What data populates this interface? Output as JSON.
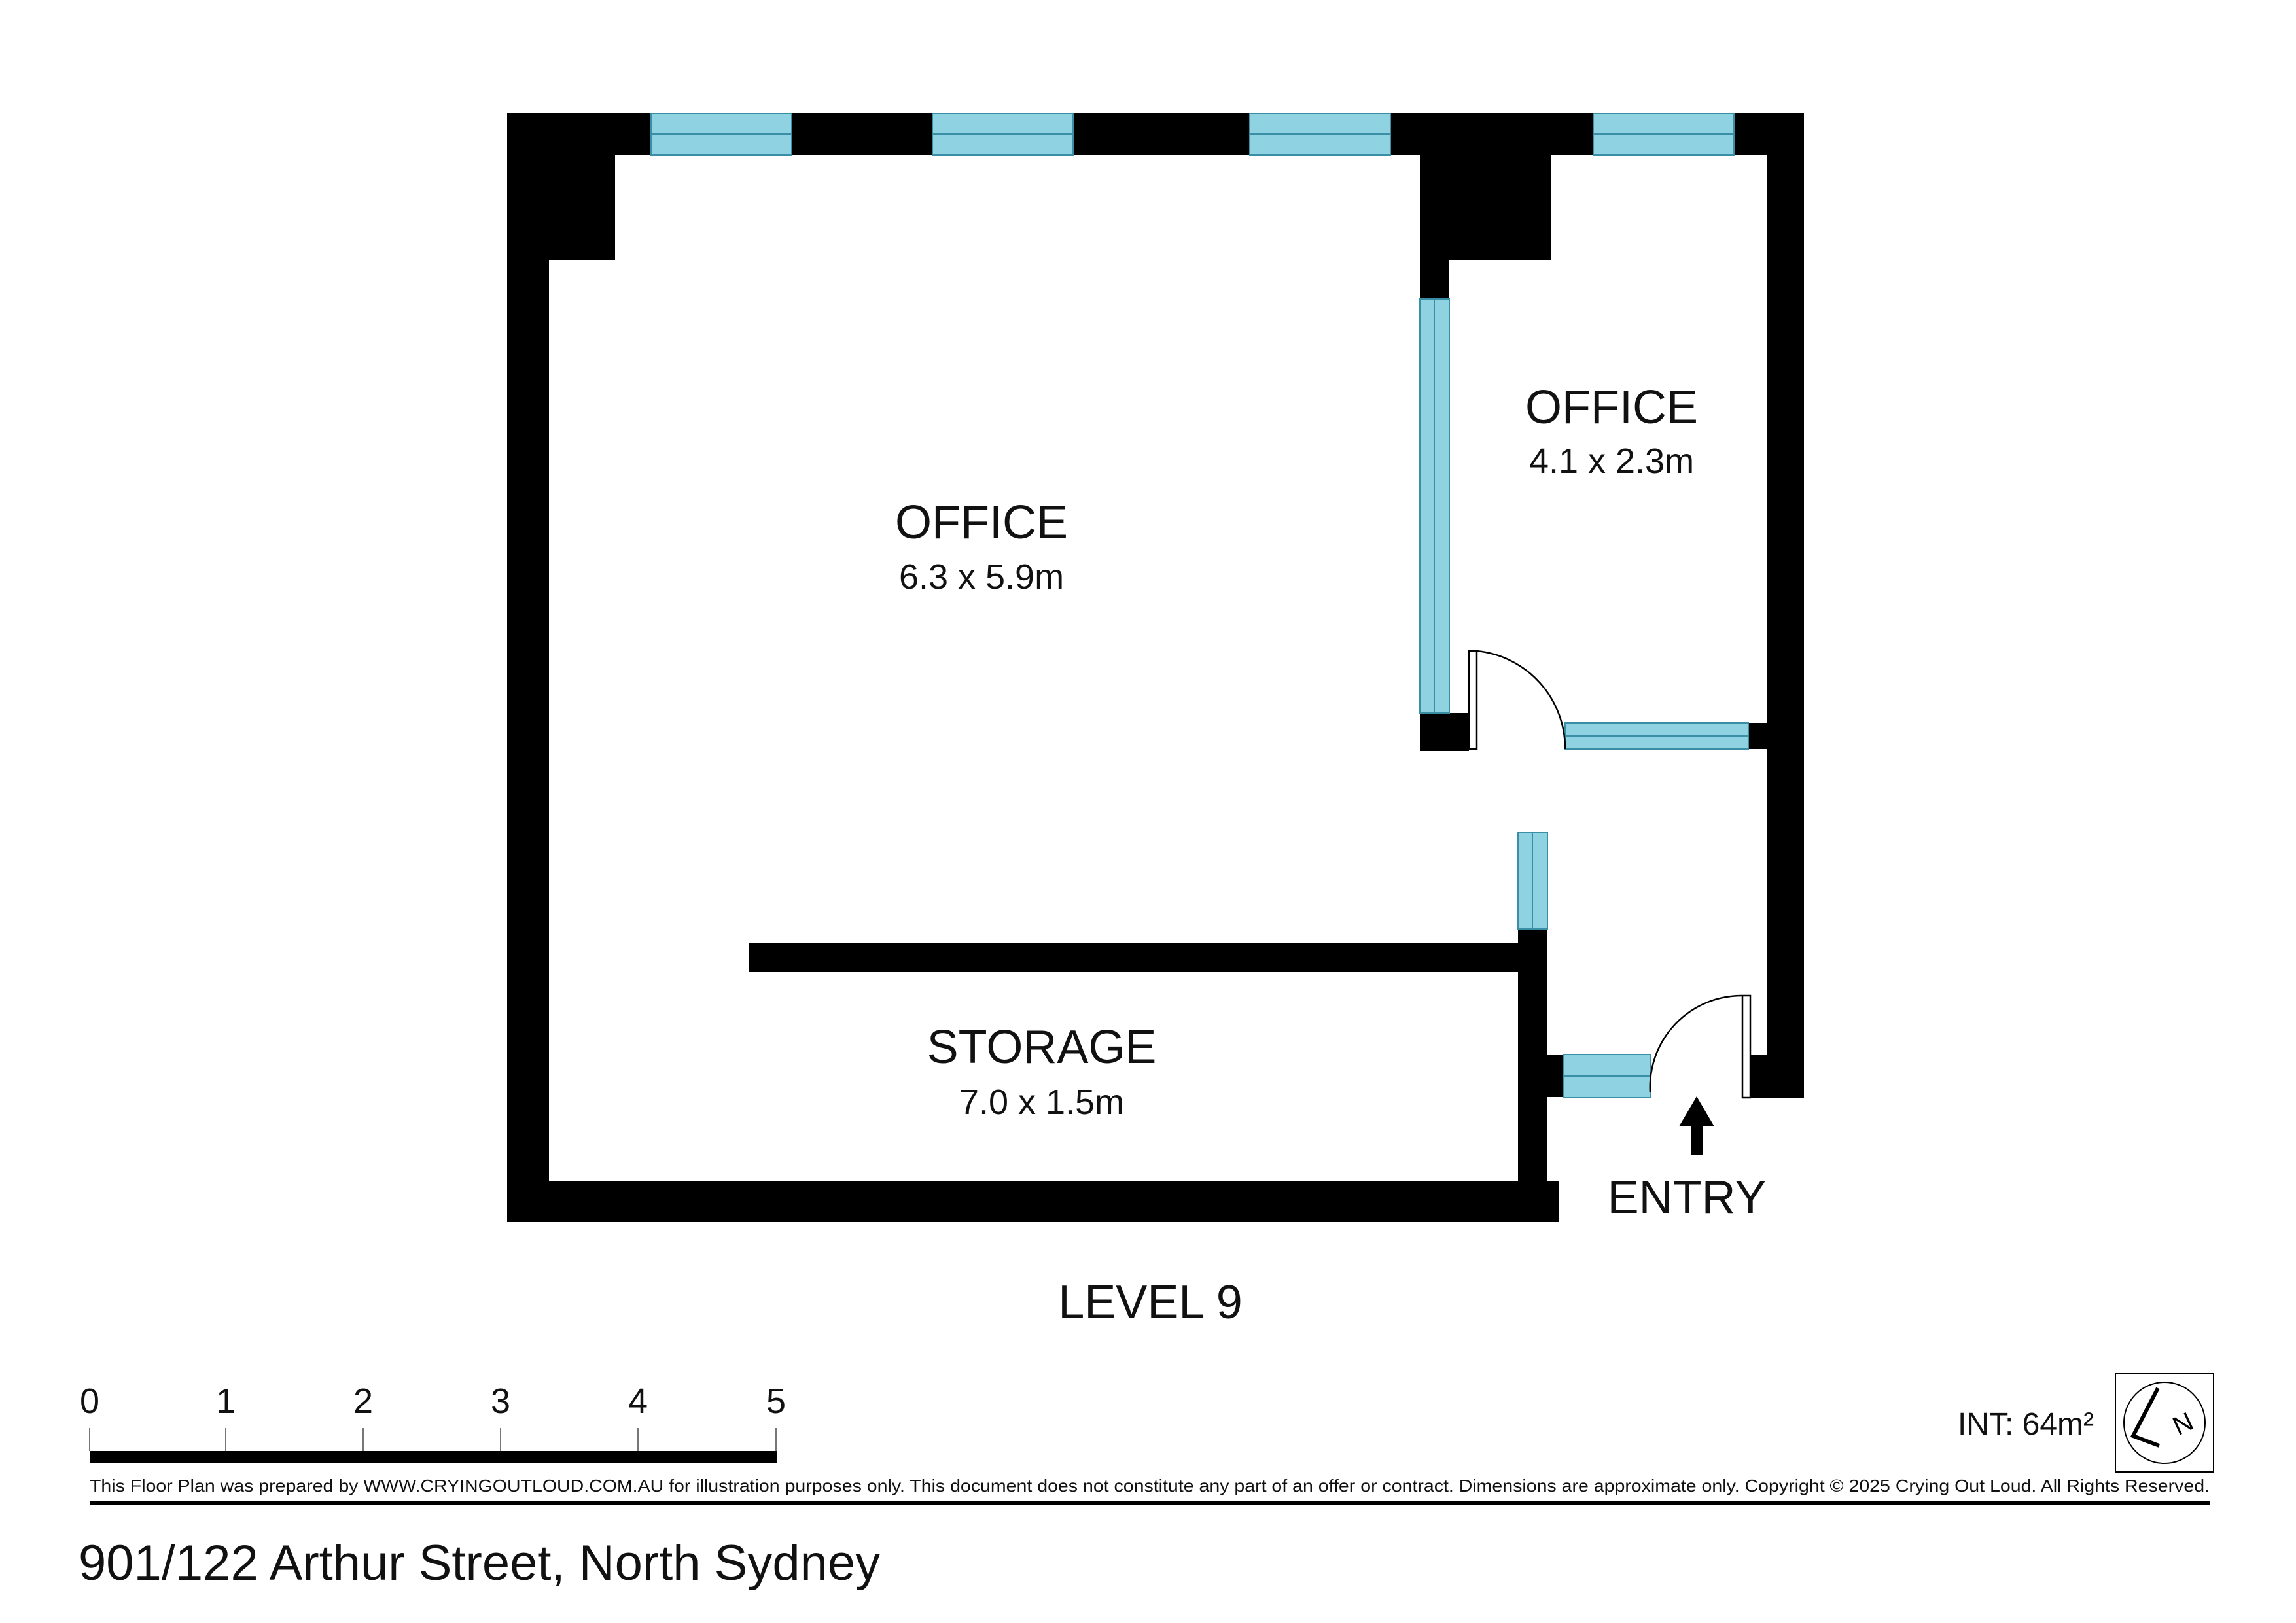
{
  "plan": {
    "level_label": "LEVEL 9",
    "entry_label": "ENTRY",
    "rooms": [
      {
        "name": "OFFICE",
        "dimensions": "6.3 x 5.9m"
      },
      {
        "name": "OFFICE",
        "dimensions": "4.1 x 2.3m"
      },
      {
        "name": "STORAGE",
        "dimensions": "7.0 x 1.5m"
      }
    ],
    "colors": {
      "wall": "#000000",
      "glass": "#8fd3e3"
    }
  },
  "scale_bar": {
    "ticks": [
      "0",
      "1",
      "2",
      "3",
      "4",
      "5"
    ]
  },
  "internal_area": "INT: 64m²",
  "compass_letter": "N",
  "disclaimer": "This Floor Plan was prepared by WWW.CRYINGOUTLOUD.COM.AU for illustration purposes only. This document does not constitute any part of an offer or contract. Dimensions are approximate only. Copyright © 2025 Crying Out Loud. All Rights Reserved.",
  "address": "901/122 Arthur Street, North Sydney"
}
